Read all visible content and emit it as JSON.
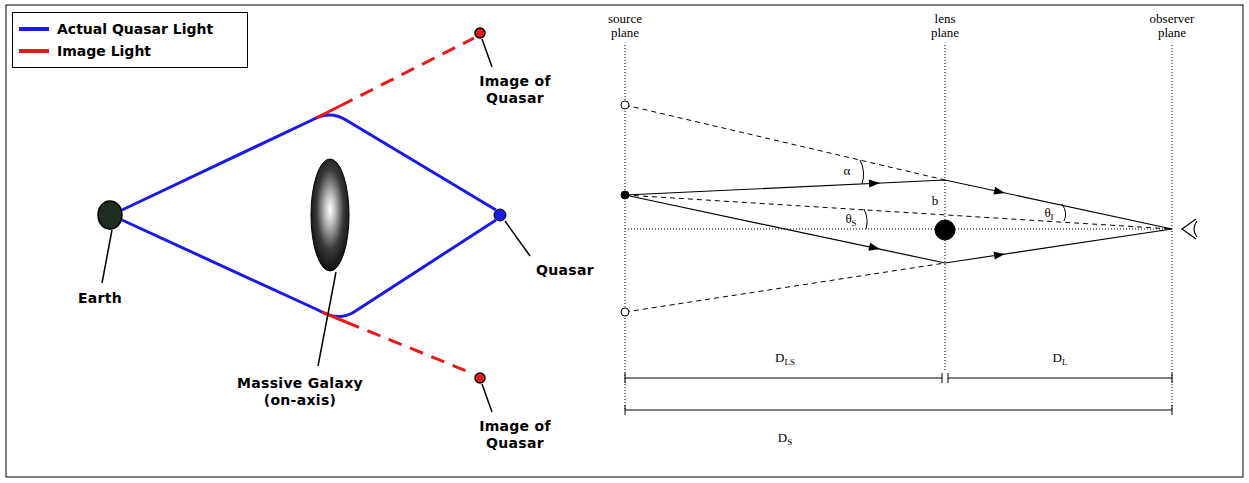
{
  "diagram": {
    "labels": [
      "Earth",
      "Massive Galaxy (on-axis)",
      "Quasar",
      "Image of Quasar",
      "Image of Quasar",
      "source plane",
      "lens plane",
      "observer plane",
      "α",
      "b",
      "θS",
      "θI",
      "DLS",
      "DL",
      "DS"
    ],
    "legend": [
      {
        "text": "Actual Quasar Light"
      },
      {
        "text": "Image Light"
      }
    ]
  }
}
